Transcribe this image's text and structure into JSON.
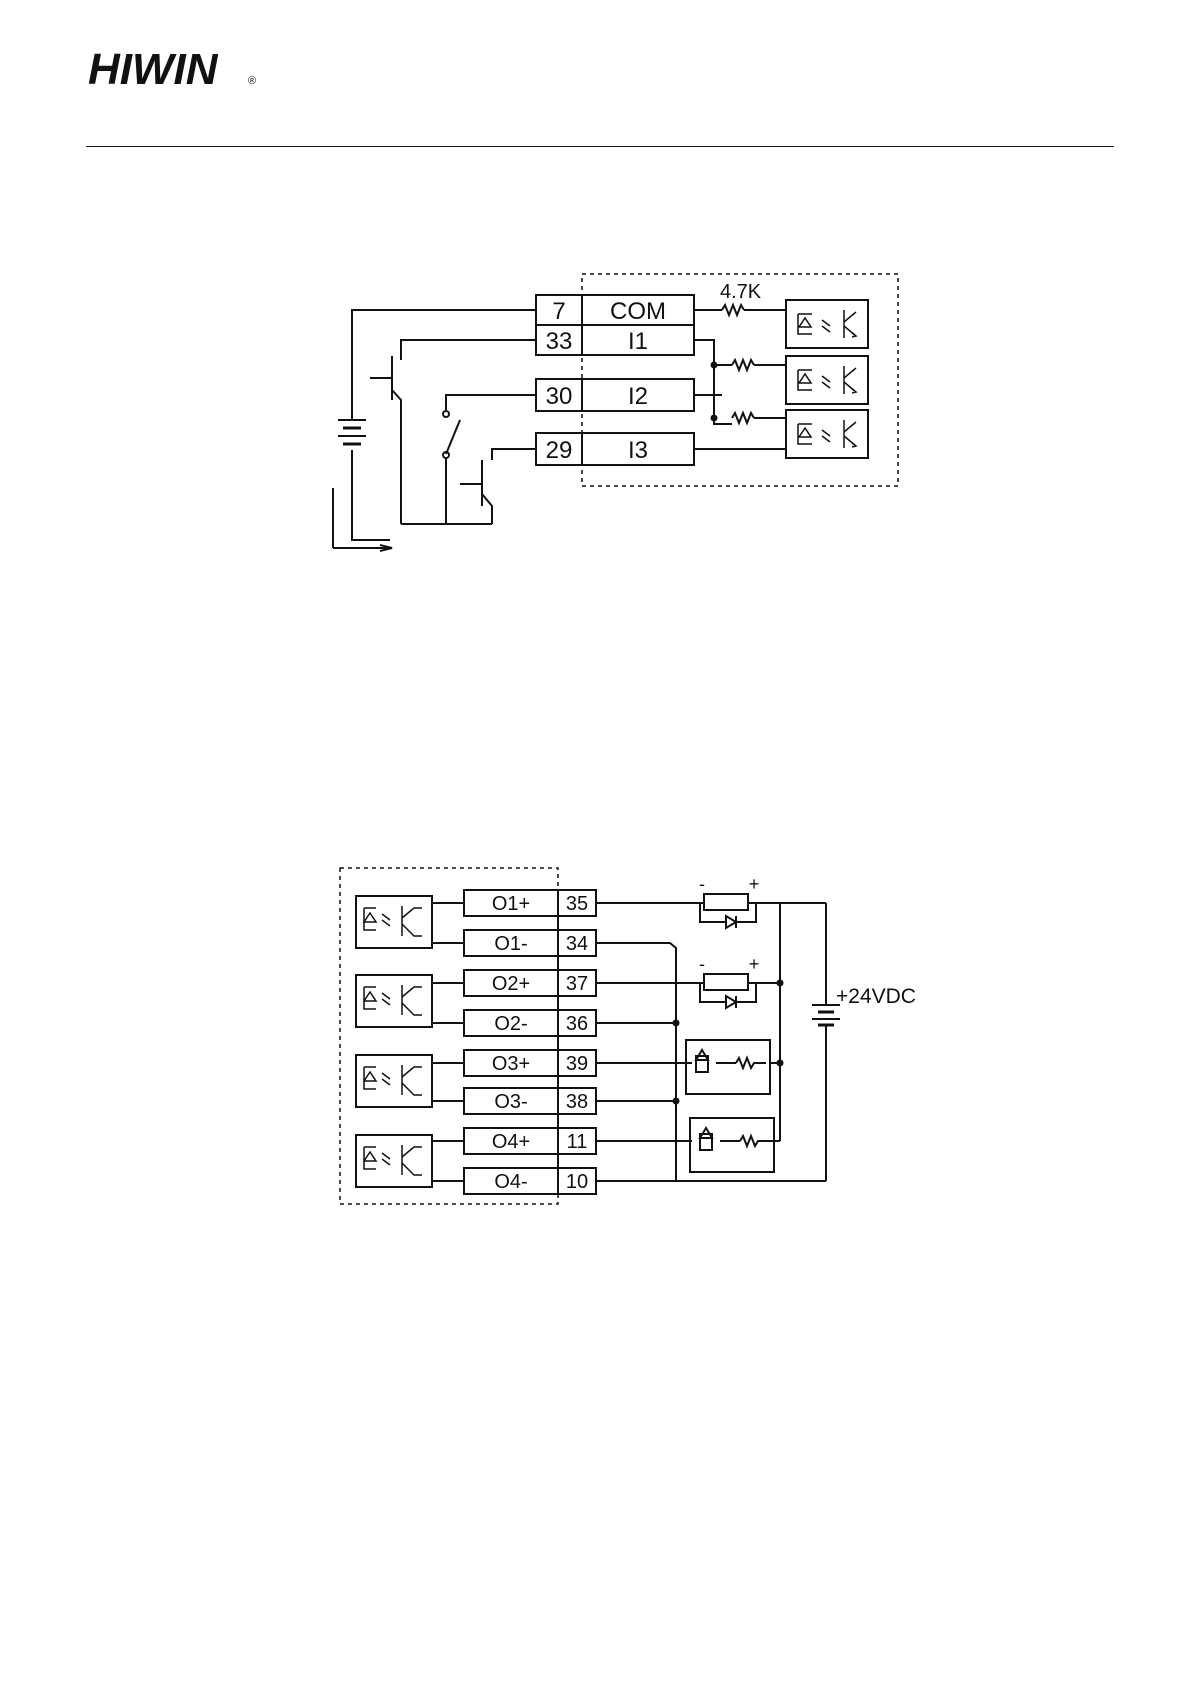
{
  "header": {
    "logo_text": "HIWIN",
    "logo_mark": "®",
    "logo_color": "#8a8a8a"
  },
  "input_diagram": {
    "pins": [
      {
        "pin": "7",
        "signal": "COM"
      },
      {
        "pin": "33",
        "signal": "I1"
      },
      {
        "pin": "30",
        "signal": "I2"
      },
      {
        "pin": "29",
        "signal": "I3"
      }
    ],
    "resistor_label": "4.7K"
  },
  "output_diagram": {
    "pins": [
      {
        "signal": "O1+",
        "pin": "35"
      },
      {
        "signal": "O1-",
        "pin": "34"
      },
      {
        "signal": "O2+",
        "pin": "37"
      },
      {
        "signal": "O2-",
        "pin": "36"
      },
      {
        "signal": "O3+",
        "pin": "39"
      },
      {
        "signal": "O3-",
        "pin": "38"
      },
      {
        "signal": "O4+",
        "pin": "11"
      },
      {
        "signal": "O4-",
        "pin": "10"
      }
    ],
    "polarity_minus": "-",
    "polarity_plus": "+",
    "supply_label": "+24VDC"
  }
}
